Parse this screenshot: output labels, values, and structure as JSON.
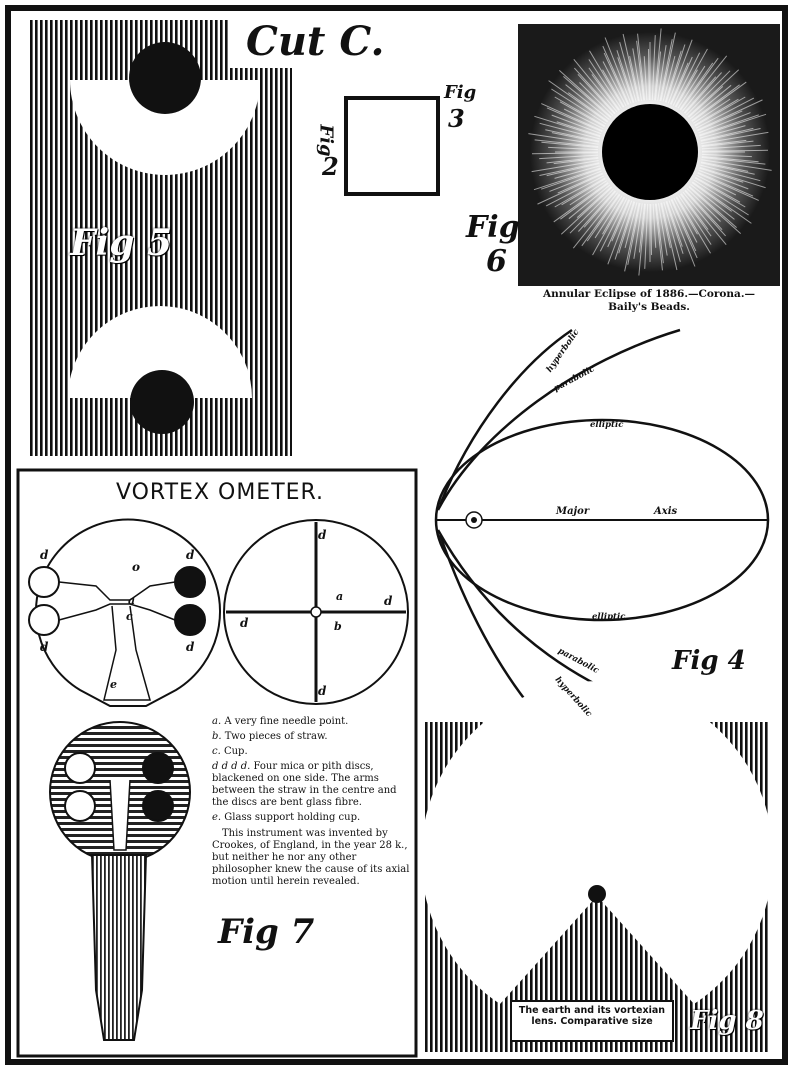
{
  "header": {
    "cut_label": "Cut C."
  },
  "figures": {
    "fig5": "Fig 5",
    "fig2_label": "Fig",
    "fig2_num": "2",
    "fig3_label": "Fig",
    "fig3_num": "3",
    "fig6_label": "Fig",
    "fig6_num": "6",
    "fig4": "Fig 4",
    "fig7": "Fig 7",
    "fig8": "Fig 8"
  },
  "eclipse": {
    "caption_line1": "Annular Eclipse of 1886.—Corona.—",
    "caption_line2": "Baily's Beads."
  },
  "orbits": {
    "top_hyperbolic": "hyperbolic",
    "top_parabolic": "parabolic",
    "top_elliptic": "elliptic",
    "major": "Major",
    "axis": "Axis",
    "bottom_elliptic": "elliptic",
    "bottom_parabolic": "parabolic",
    "bottom_hyperbolic": "hyperbolic"
  },
  "vortex": {
    "title": "VORTEX OMETER.",
    "left_labels": {
      "d_tl": "d",
      "d_bl": "d",
      "d_tr": "d",
      "d_br": "d",
      "o": "o",
      "a": "a",
      "c": "c",
      "e": "e"
    },
    "right_labels": {
      "d_top": "d",
      "d_left": "d",
      "d_right": "d",
      "d_bottom": "d",
      "a": "a",
      "b": "b"
    },
    "legend": [
      {
        "key": "a.",
        "text": "A very fine needle point."
      },
      {
        "key": "b.",
        "text": "Two pieces of straw."
      },
      {
        "key": "c.",
        "text": "Cup."
      },
      {
        "key": "d d d d.",
        "text": "Four mica or pith discs, blackened on one side. The arms between the straw in the centre and the discs are bent glass fibre."
      },
      {
        "key": "e.",
        "text": "Glass support holding cup."
      }
    ],
    "note": "This instrument was invented by Crookes, of England, in the year 28 k., but neither he nor any other philosopher knew the cause of its axial motion until herein revealed."
  },
  "earth": {
    "caption": "The earth and its vortexian lens. Comparative size"
  },
  "colors": {
    "ink": "#111111",
    "paper": "#ffffff"
  }
}
